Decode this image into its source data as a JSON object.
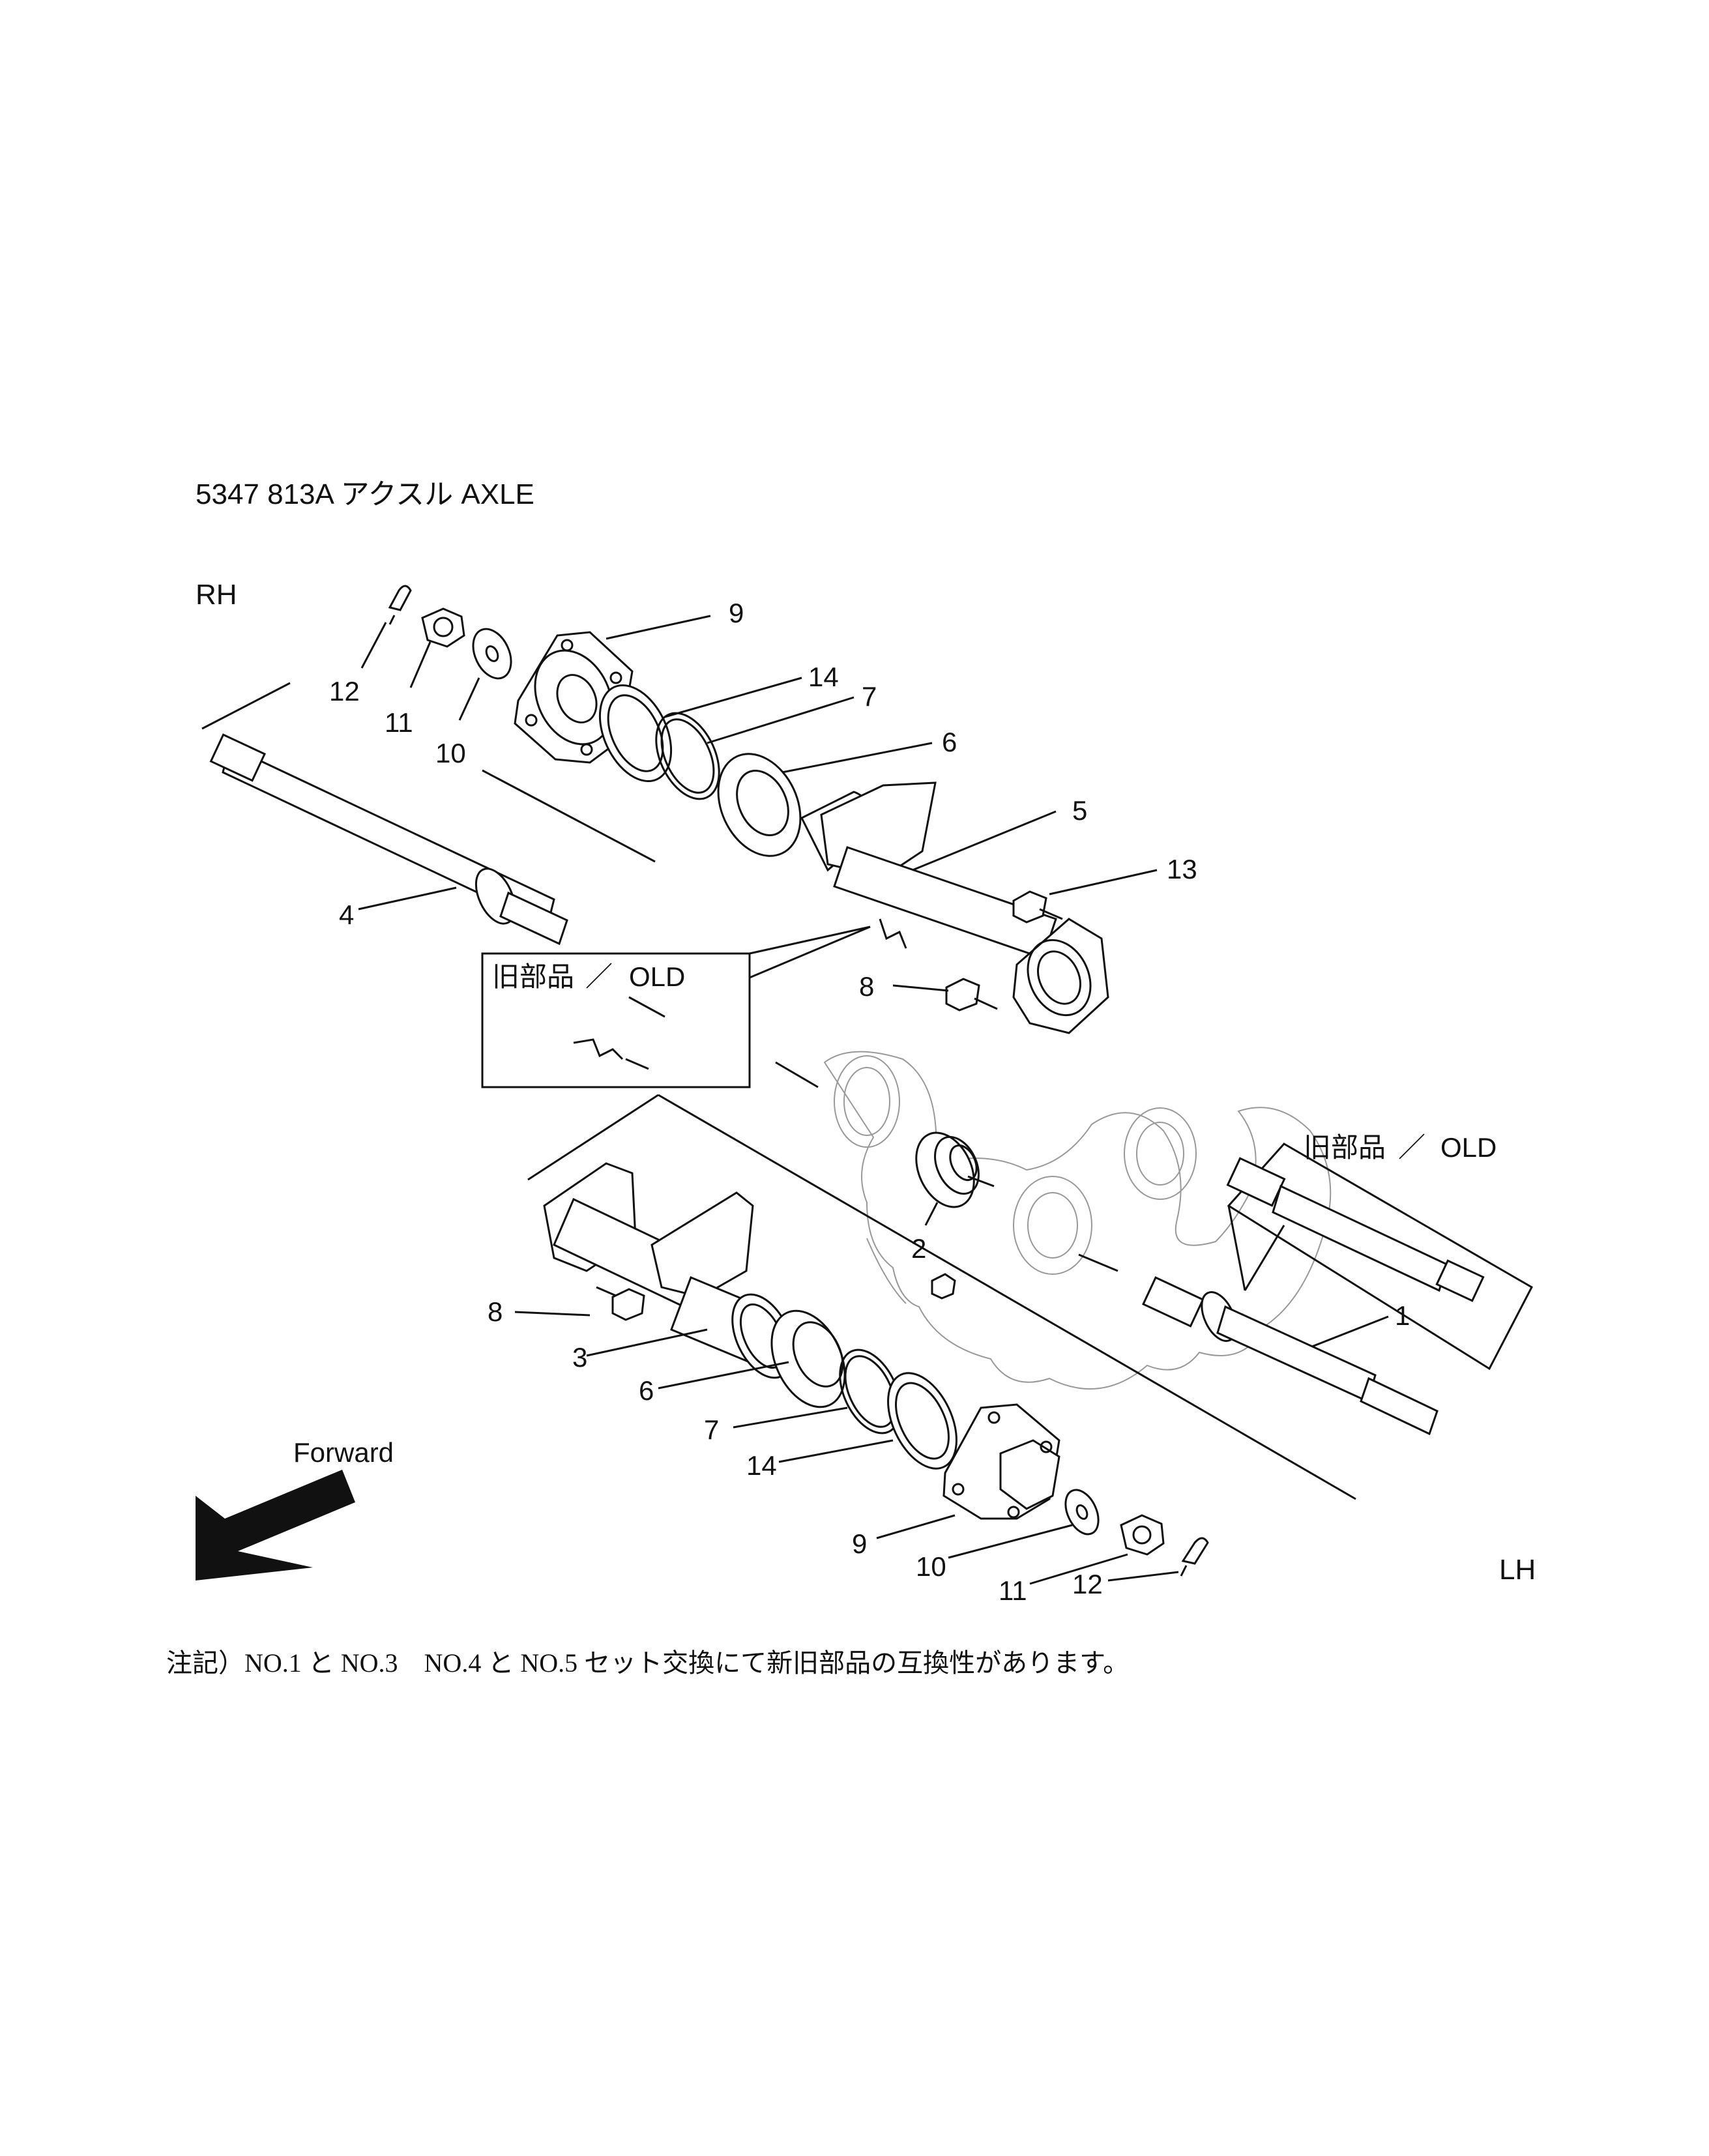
{
  "title": "5347  813A  アクスル  AXLE",
  "side_labels": {
    "rh": "RH",
    "lh": "LH"
  },
  "old_inset": {
    "jp": "旧部品",
    "slash": "／",
    "en": "OLD"
  },
  "forward_label": "Forward",
  "note": "注記）NO.1 と NO.3　NO.4 と NO.5 セット交換にて新旧部品の互換性があります。",
  "callouts": {
    "rh": {
      "p12": "12",
      "p11": "11",
      "p10": "10",
      "p9": "9",
      "p14": "14",
      "p7": "7",
      "p6": "6",
      "p5": "5",
      "p13": "13",
      "p4": "4",
      "p8": "8"
    },
    "mid": {
      "p2": "2",
      "p1": "1"
    },
    "lh": {
      "p8": "8",
      "p3": "3",
      "p6": "6",
      "p7": "7",
      "p14": "14",
      "p9": "9",
      "p10": "10",
      "p11": "11",
      "p12": "12"
    }
  },
  "icons": {
    "arrow": "forward-arrow-icon"
  }
}
